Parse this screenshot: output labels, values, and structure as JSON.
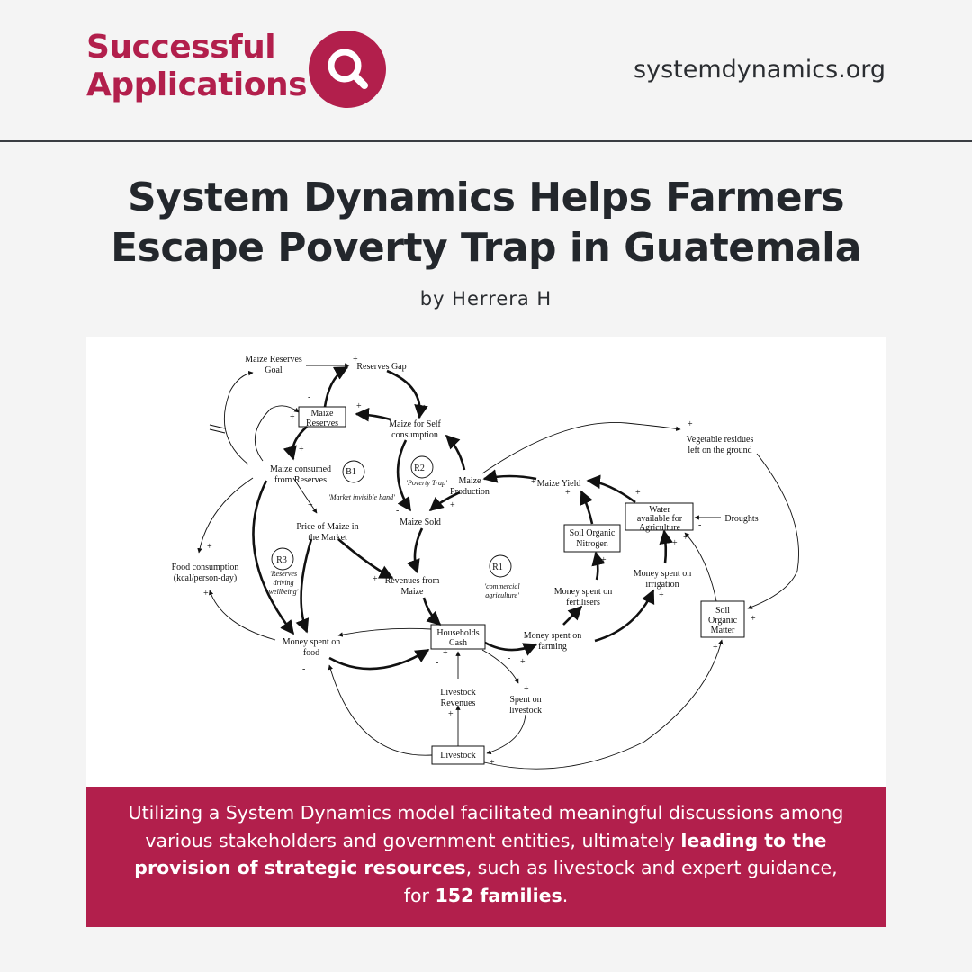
{
  "header": {
    "brand_line1": "Successful",
    "brand_line2": "Applications",
    "site": "systemdynamics.org",
    "brand_color": "#b21f4c"
  },
  "article": {
    "title_line1": "System Dynamics Helps Farmers",
    "title_line2": "Escape Poverty Trap in Guatemala",
    "byline": "by Herrera H"
  },
  "diagram": {
    "variables": {
      "maize_reserves_goal_1": "Maize Reserves",
      "maize_reserves_goal_2": "Goal",
      "reserves_gap": "Reserves Gap",
      "maize_reserves_1": "Maize",
      "maize_reserves_2": "Reserves",
      "maize_self_1": "Maize for Self",
      "maize_self_2": "consumption",
      "vegetable_1": "Vegetable residues",
      "vegetable_2": "left on the ground",
      "maize_consumed_1": "Maize consumed",
      "maize_consumed_2": "from Reserves",
      "maize_production_1": "Maize",
      "maize_production_2": "Production",
      "maize_yield": "Maize Yield",
      "water_1": "Water",
      "water_2": "available for",
      "water_3": "Agriculture",
      "droughts": "Droughts",
      "maize_sold": "Maize Sold",
      "price_1": "Price of Maize in",
      "price_2": "the Market",
      "soil_nitrogen_1": "Soil Organic",
      "soil_nitrogen_2": "Nitrogen",
      "food_consumption_1": "Food consumption",
      "food_consumption_2": "(kcal/person-day)",
      "revenues_1": "Revenues from",
      "revenues_2": "Maize",
      "money_fertilisers_1": "Money spent on",
      "money_fertilisers_2": "fertilisers",
      "money_irrigation_1": "Money spent on",
      "money_irrigation_2": "irrigation",
      "soil_matter_1": "Soil",
      "soil_matter_2": "Organic",
      "soil_matter_3": "Matter",
      "money_food_1": "Money spent on",
      "money_food_2": "food",
      "households_1": "Households",
      "households_2": "Cash",
      "money_farming_1": "Money spent on",
      "money_farming_2": "farming",
      "livestock_rev_1": "Livestock",
      "livestock_rev_2": "Revenues",
      "spent_livestock_1": "Spent on",
      "spent_livestock_2": "livestock",
      "livestock": "Livestock"
    },
    "loops": {
      "b1": "B1",
      "b1_name": "'Market invisible hand'",
      "r2": "R2",
      "r2_name": "'Poverty Trap'",
      "r1": "R1",
      "r1_name_1": "'commercial",
      "r1_name_2": "agriculture'",
      "r3": "R3",
      "r3_name_1": "'Reserves",
      "r3_name_2": "driving",
      "r3_name_3": "wellbeing'"
    },
    "plus": "+",
    "minus": "-"
  },
  "caption": {
    "part1": "Utilizing a System Dynamics model facilitated meaningful discussions among various stakeholders and government entities, ultimately ",
    "bold1": "leading to the provision of strategic resources",
    "part2": ", such as livestock and expert guidance, for ",
    "bold2": "152 families",
    "part3": "."
  }
}
